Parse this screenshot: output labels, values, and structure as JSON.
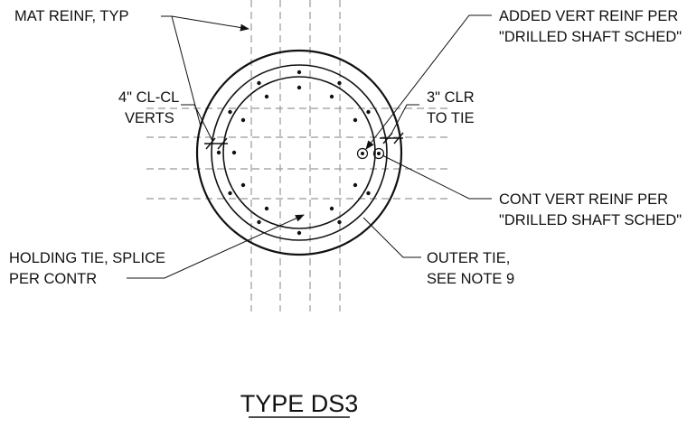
{
  "drawing_title": "TYPE DS3",
  "labels": {
    "mat_reinf": "MAT REINF, TYP",
    "added_vert_line1": "ADDED VERT REINF PER",
    "added_vert_line2": "\"DRILLED SHAFT SCHED\"",
    "cl_cl_line1": "4\" CL-CL",
    "cl_cl_line2": "VERTS",
    "clr_line1": "3\" CLR",
    "clr_line2": "TO TIE",
    "cont_vert_line1": "CONT VERT REINF PER",
    "cont_vert_line2": "\"DRILLED SHAFT SCHED\"",
    "holding_tie_line1": "HOLDING TIE, SPLICE",
    "holding_tie_line2": "PER CONTR",
    "outer_tie_line1": "OUTER TIE,",
    "outer_tie_line2": "SEE NOTE 9"
  },
  "colors": {
    "ink": "#111111",
    "grid": "#999999",
    "background": "#ffffff"
  }
}
